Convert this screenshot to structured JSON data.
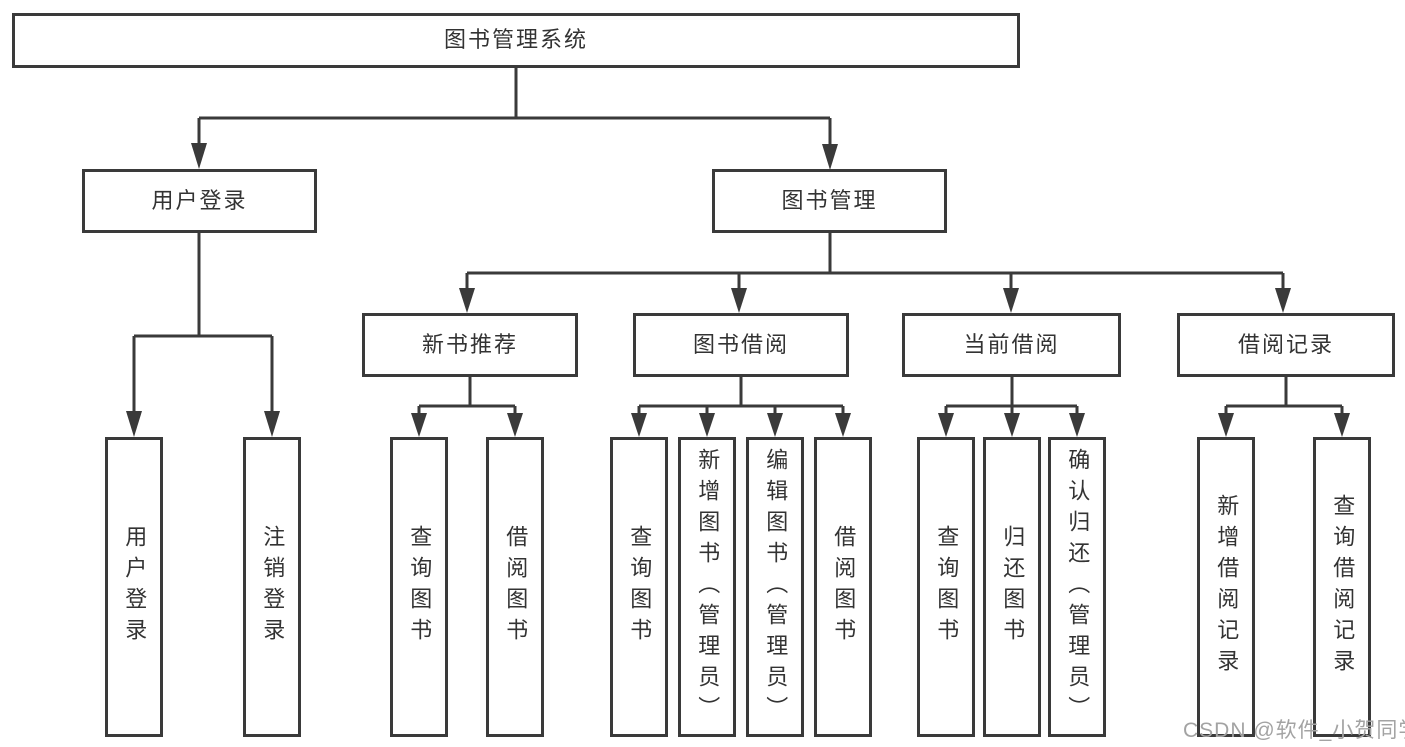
{
  "tree": {
    "root": {
      "label": "图书管理系统"
    },
    "children": [
      {
        "label": "用户登录",
        "children": [
          {
            "label": "用户登录"
          },
          {
            "label": "注销登录"
          }
        ]
      },
      {
        "label": "图书管理",
        "children": [
          {
            "label": "新书推荐",
            "children": [
              {
                "label": "查询图书"
              },
              {
                "label": "借阅图书"
              }
            ]
          },
          {
            "label": "图书借阅",
            "children": [
              {
                "label": "查询图书"
              },
              {
                "label": "新增图书（管理员）"
              },
              {
                "label": "编辑图书（管理员）"
              },
              {
                "label": "借阅图书"
              }
            ]
          },
          {
            "label": "当前借阅",
            "children": [
              {
                "label": "查询图书"
              },
              {
                "label": "归还图书"
              },
              {
                "label": "确认归还（管理员）"
              }
            ]
          },
          {
            "label": "借阅记录",
            "children": [
              {
                "label": "新增借阅记录"
              },
              {
                "label": "查询借阅记录"
              }
            ]
          }
        ]
      }
    ]
  },
  "watermark": {
    "text": "CSDN @软件_小贺同学"
  },
  "colors": {
    "line": "#3a3a3a",
    "text": "#333333",
    "watermark": "#a3a3a3",
    "background": "#ffffff"
  }
}
